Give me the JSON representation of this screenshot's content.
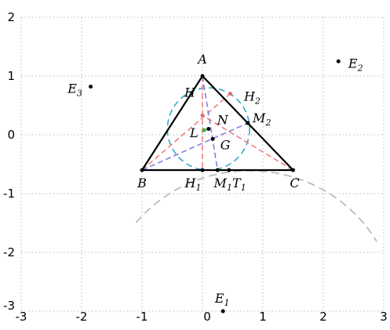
{
  "figure": {
    "x_range": [
      -3,
      3
    ],
    "y_range": [
      -3,
      2
    ],
    "x_ticks": [
      "-3",
      "-2",
      "-1",
      "0",
      "1",
      "2",
      "3"
    ],
    "y_ticks": [
      "2",
      "1",
      "0",
      "-1",
      "-2",
      "-3"
    ],
    "grid": "dotted",
    "triangle": {
      "A": [
        0,
        1
      ],
      "B": [
        -1,
        -0.6
      ],
      "C": [
        1.5,
        -0.6
      ]
    },
    "points": [
      {
        "name": "A",
        "sub": "",
        "at": [
          0,
          1
        ],
        "dot_color": "#000000"
      },
      {
        "name": "B",
        "sub": "",
        "at": [
          -1,
          -0.6
        ],
        "dot_color": "#000000"
      },
      {
        "name": "C",
        "sub": "",
        "at": [
          1.5,
          -0.6
        ],
        "dot_color": "#000000"
      },
      {
        "name": "H",
        "sub": "",
        "at": [
          0,
          0.33
        ],
        "dot_color": "#e07070"
      },
      {
        "name": "H",
        "sub": "2",
        "at": [
          0.46,
          0.7
        ],
        "dot_color": "#e07070"
      },
      {
        "name": "M",
        "sub": "2",
        "at": [
          0.75,
          0.2
        ],
        "dot_color": "#000000"
      },
      {
        "name": "N",
        "sub": "",
        "at": [
          0.1,
          0.1
        ],
        "dot_color": "#000000"
      },
      {
        "name": "L",
        "sub": "",
        "at": [
          0.03,
          0.08
        ],
        "dot_color": "#33bb33"
      },
      {
        "name": "G",
        "sub": "",
        "at": [
          0.17,
          -0.07
        ],
        "dot_color": "#000000"
      },
      {
        "name": "H",
        "sub": "1",
        "at": [
          0,
          -0.6
        ],
        "dot_color": "#000000"
      },
      {
        "name": "M",
        "sub": "1",
        "at": [
          0.25,
          -0.6
        ],
        "dot_color": "#000000"
      },
      {
        "name": "T",
        "sub": "1",
        "at": [
          0.44,
          -0.6
        ],
        "dot_color": "#000000"
      },
      {
        "name": "E",
        "sub": "1",
        "at": [
          0.34,
          -3.0
        ],
        "dot_color": "#000000"
      },
      {
        "name": "E",
        "sub": "2",
        "at": [
          2.25,
          1.25
        ],
        "dot_color": "#000000"
      },
      {
        "name": "E",
        "sub": "3",
        "at": [
          -1.85,
          0.82
        ],
        "dot_color": "#000000"
      }
    ],
    "colors": {
      "triangle": "#000000",
      "grid": "#bbbbbb",
      "altitudes": "#f08080",
      "medians": "#8080e0",
      "nine_point_circle": "#33aacc",
      "excircle_arc": "#bbbbbb"
    }
  }
}
